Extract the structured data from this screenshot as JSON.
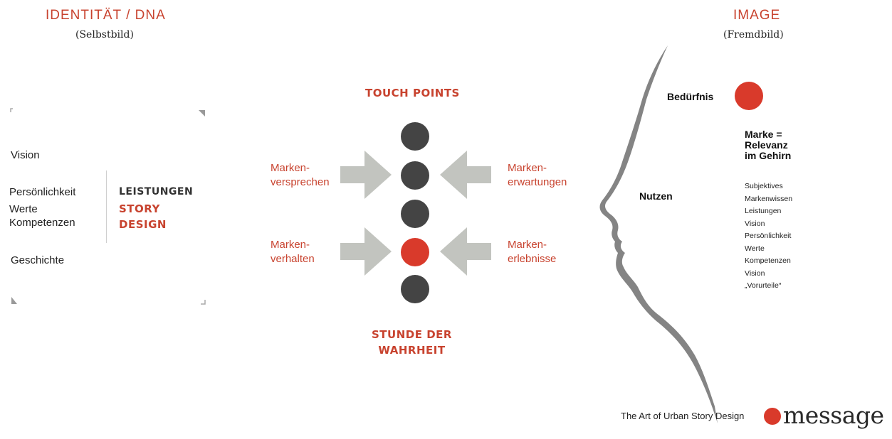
{
  "left": {
    "title": "IDENTITÄT / DNA",
    "subtitle": "(Selbstbild)",
    "items": {
      "vision": "Vision",
      "persoenlichkeit": "Persönlichkeit",
      "werte": "Werte",
      "kompetenzen": "Kompetenzen",
      "geschichte": "Geschichte"
    },
    "right_block": {
      "leistungen": "LEISTUNGEN",
      "story": "STORY",
      "design": "DESIGN"
    }
  },
  "center": {
    "top_label": "TOUCH POINTS",
    "bottom_label_1": "STUNDE DER",
    "bottom_label_2": "WAHRHEIT",
    "arrows": {
      "top_left": [
        "Marken-",
        "versprechen"
      ],
      "top_right": [
        "Marken-",
        "erwartungen"
      ],
      "bottom_left": [
        "Marken-",
        "verhalten"
      ],
      "bottom_right": [
        "Marken-",
        "erlebnisse"
      ]
    },
    "circles": [
      "dark",
      "dark",
      "dark",
      "red",
      "dark"
    ]
  },
  "right": {
    "title": "IMAGE",
    "subtitle": "(Fremdbild)",
    "beduerfnis": "Bedürfnis",
    "nutzen": "Nutzen",
    "marke_lines": [
      "Marke =",
      "Relevanz",
      "im Gehirn"
    ],
    "list": [
      "Subjektives",
      "Markenwissen",
      "Leistungen",
      "Vision",
      "Persönlichkeit",
      "Werte",
      "Kompetenzen",
      "Vision",
      "„Vorurteile“"
    ]
  },
  "footer": {
    "tagline": "The Art of Urban Story Design",
    "logo_text": "message"
  },
  "colors": {
    "accent_red": "#d93a2b",
    "text_red": "#c8432f",
    "circle_dark": "#444444",
    "arrow_gray": "#c2c4bf",
    "profile_gray": "#6f6f6f"
  }
}
